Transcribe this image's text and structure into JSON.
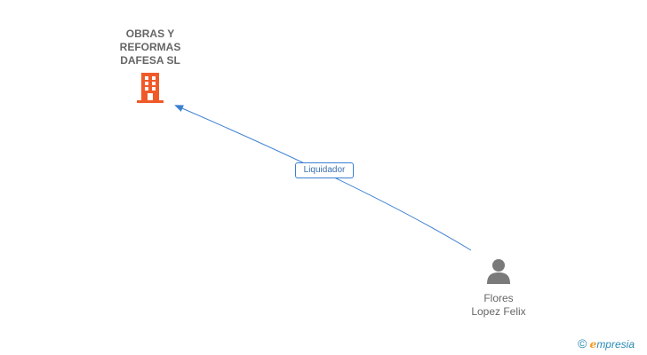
{
  "nodes": {
    "company": {
      "name_lines": [
        "OBRAS Y",
        "REFORMAS",
        "DAFESA SL"
      ],
      "icon": "building-icon",
      "color": "#f05a28"
    },
    "person": {
      "name_lines": [
        "Flores",
        "Lopez Felix"
      ],
      "icon": "person-icon",
      "color": "#7a7a7a"
    }
  },
  "edges": [
    {
      "from": "person",
      "to": "company",
      "label": "Liquidador",
      "color": "#3a7fd1"
    }
  ],
  "brand": {
    "copyright_symbol": "©",
    "e_letter": "e",
    "rest": "mpresia"
  }
}
